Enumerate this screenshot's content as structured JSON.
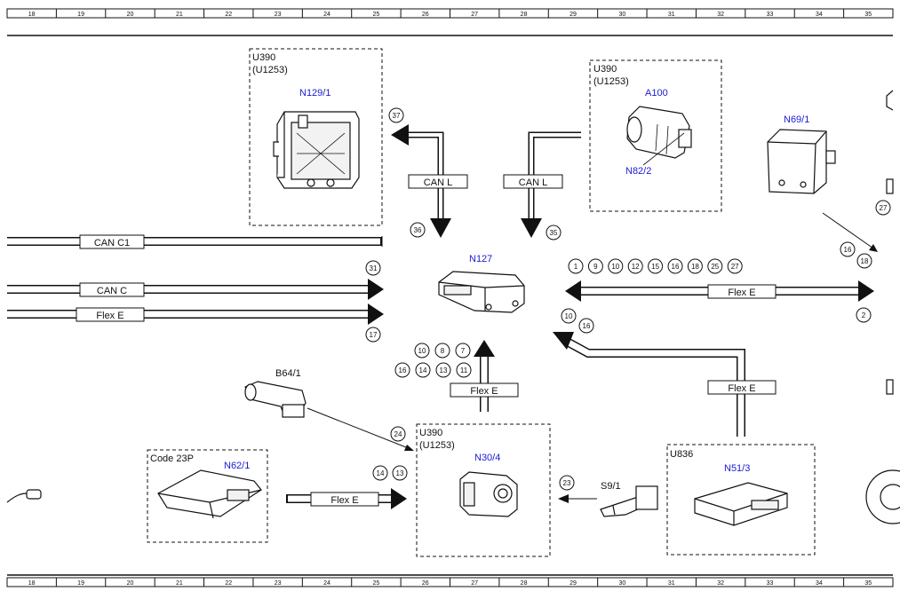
{
  "colors": {
    "line": "#111111",
    "component_label": "#1a1ad6",
    "background": "#ffffff"
  },
  "ruler": [
    "18",
    "19",
    "20",
    "21",
    "22",
    "23",
    "24",
    "25",
    "26",
    "27",
    "28",
    "29",
    "30",
    "31",
    "32",
    "33",
    "34",
    "35"
  ],
  "components": {
    "u390_top_left": {
      "line1": "U390",
      "line2": "(U1253)",
      "code": "N129/1"
    },
    "u390_top_right": {
      "line1": "U390",
      "line2": "(U1253)",
      "code": "A100",
      "sub_code": "N82/2"
    },
    "n69": {
      "code": "N69/1"
    },
    "n127": {
      "code": "N127"
    },
    "b64": {
      "code": "B64/1"
    },
    "code23p": {
      "title": "Code 23P",
      "code": "N62/1"
    },
    "u390_bottom": {
      "line1": "U390",
      "line2": "(U1253)",
      "code": "N30/4"
    },
    "s9": {
      "code": "S9/1"
    },
    "u836": {
      "title": "U836",
      "code": "N51/3"
    }
  },
  "buses": {
    "can_l_left": "CAN L",
    "can_l_right": "CAN L",
    "can_c1": "CAN C1",
    "can_c": "CAN C",
    "flex_e_left": "Flex E",
    "flex_e_right": "Flex E",
    "flex_e_up": "Flex E",
    "flex_e_n51": "Flex E",
    "flex_e_bottom": "Flex E"
  },
  "callouts": {
    "c37": "37",
    "c36": "36",
    "c35": "35",
    "c31": "31",
    "c17": "17",
    "right_top": [
      "1",
      "9",
      "10",
      "12",
      "15",
      "16",
      "18",
      "25",
      "27"
    ],
    "c2": "2",
    "c16_a": "16",
    "c18": "18",
    "c27": "27",
    "arrow_n51": [
      "10",
      "16"
    ],
    "up_row1": [
      "10",
      "8",
      "7"
    ],
    "up_row2": [
      "16",
      "14",
      "13",
      "11"
    ],
    "c24": "24",
    "bottom_left": [
      "14",
      "13"
    ],
    "c23": "23"
  }
}
